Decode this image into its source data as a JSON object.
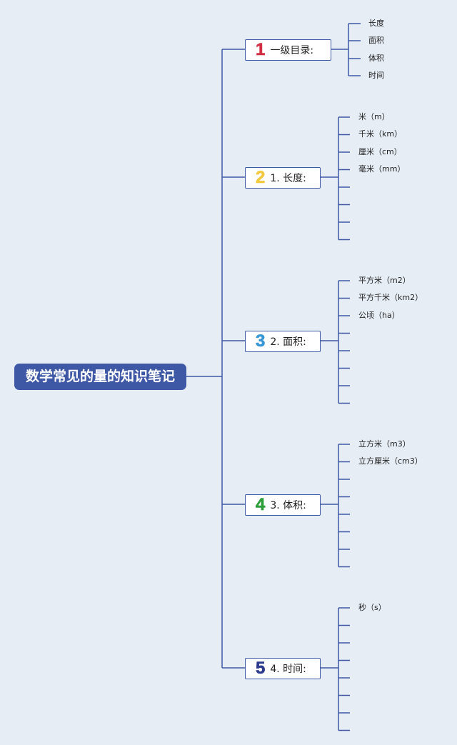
{
  "root": {
    "label": "数学常见的量的知识笔记"
  },
  "branches": [
    {
      "number": "1",
      "color": "#d22d43",
      "label": "一级目录:",
      "items": [
        "长度",
        "面积",
        "体积",
        "时间"
      ]
    },
    {
      "number": "2",
      "color": "#f2c83c",
      "label": "1. 长度:",
      "items": [
        "米（m）",
        "千米（km）",
        "厘米（cm）",
        "毫米（mm）",
        "",
        "",
        "",
        ""
      ]
    },
    {
      "number": "3",
      "color": "#3796d4",
      "label": "2. 面积:",
      "items": [
        "平方米（m2）",
        "平方千米（km2）",
        "公顷（ha）",
        "",
        "",
        "",
        "",
        ""
      ]
    },
    {
      "number": "4",
      "color": "#2e9e3a",
      "label": "3. 体积:",
      "items": [
        "立方米（m3）",
        "立方厘米（cm3）",
        "",
        "",
        "",
        "",
        "",
        ""
      ]
    },
    {
      "number": "5",
      "color": "#2b3a8c",
      "label": "4. 时间:",
      "items": [
        "秒（s）",
        "",
        "",
        "",
        "",
        "",
        "",
        ""
      ]
    }
  ],
  "colors": {
    "line": "#3f58a6",
    "root_fill": "#3f58a6",
    "background": "#e6edf5"
  }
}
